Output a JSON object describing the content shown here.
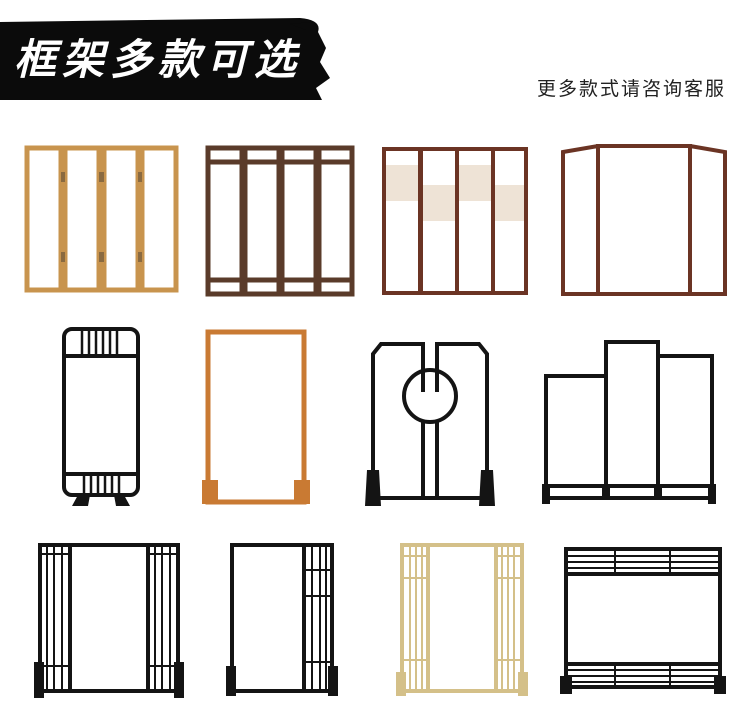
{
  "banner": {
    "title": "框架多款可选"
  },
  "subtitle": "更多款式请咨询客服",
  "colors": {
    "banner_bg": "#0b0b0b",
    "wood_light": "#c8944e",
    "wood_dark": "#5a3b2a",
    "walnut": "#6b3424",
    "orange_wood": "#c97a33",
    "black_metal": "#141414",
    "gold_metal": "#d4c089",
    "panel_beige": "#eee3d6"
  },
  "frames": [
    {
      "name": "four-panel-light-wood-folding-screen"
    },
    {
      "name": "four-panel-dark-wood-folding-screen"
    },
    {
      "name": "four-panel-walnut-screen-with-beige-panels"
    },
    {
      "name": "three-panel-walnut-screen"
    },
    {
      "name": "black-screen-with-slatted-top-and-bottom"
    },
    {
      "name": "orange-wood-door-frame"
    },
    {
      "name": "moon-gate-black-frame"
    },
    {
      "name": "stepped-three-panel-black-frame"
    },
    {
      "name": "black-frame-with-slatted-side-columns"
    },
    {
      "name": "black-frame-with-right-slat-column"
    },
    {
      "name": "gold-frame-with-slatted-side-columns"
    },
    {
      "name": "black-frame-with-slatted-top-and-base"
    }
  ]
}
